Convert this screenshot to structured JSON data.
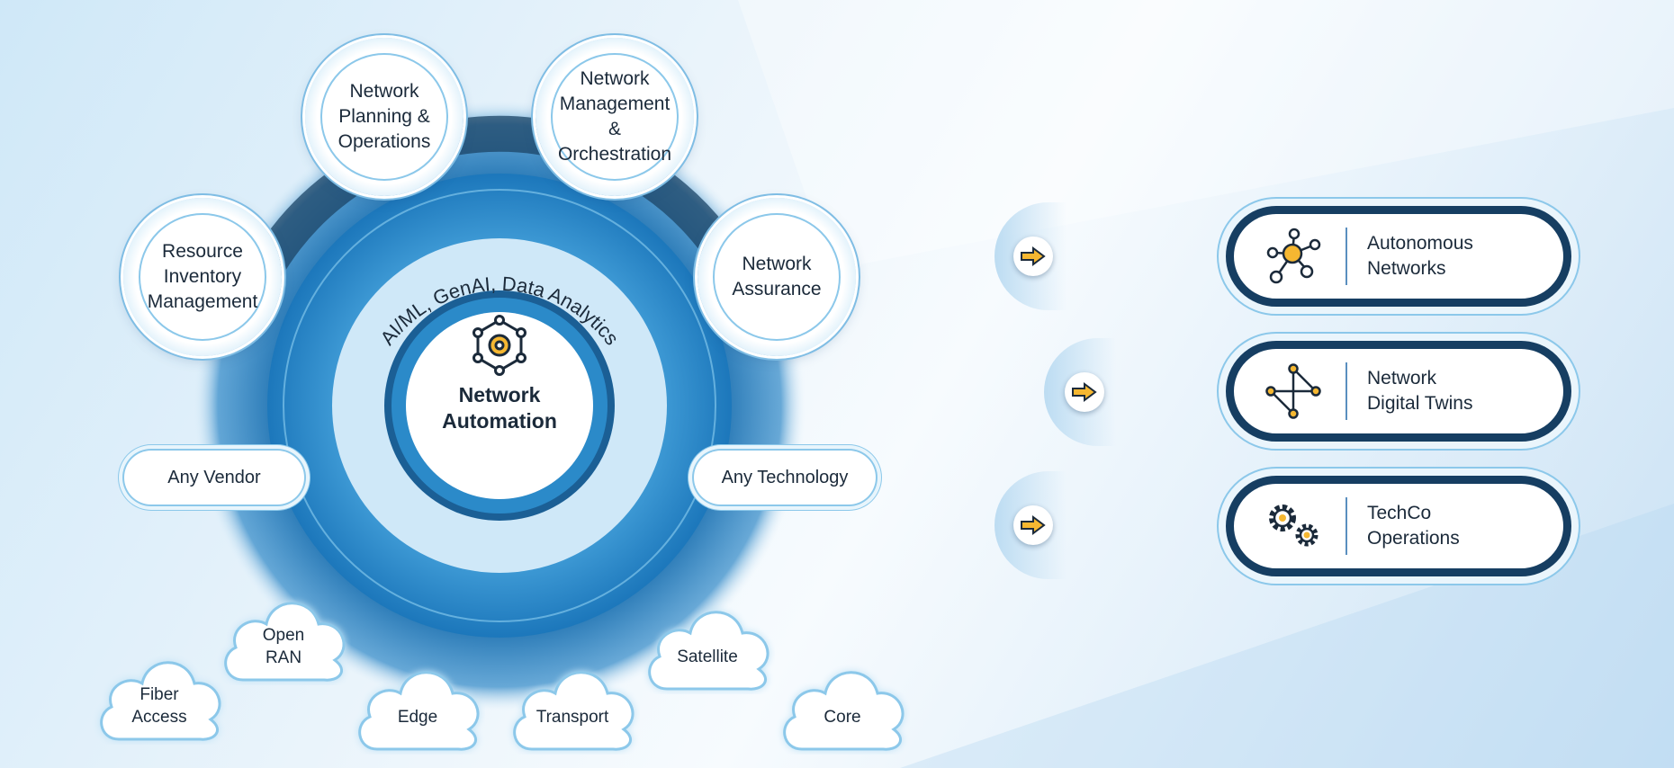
{
  "center": {
    "title_line1": "Network",
    "title_line2": "Automation",
    "arc_text": "AI/ML, GenAI, Data Analytics",
    "icon": "gear-network-icon"
  },
  "bubbles": [
    {
      "lines": [
        "Network",
        "Planning &",
        "Operations"
      ]
    },
    {
      "lines": [
        "Network",
        "Management &",
        "Orchestration"
      ]
    },
    {
      "lines": [
        "Resource",
        "Inventory",
        "Management"
      ]
    },
    {
      "lines": [
        "Network",
        "Assurance"
      ]
    }
  ],
  "pills": {
    "vendor": "Any Vendor",
    "technology": "Any Technology"
  },
  "clouds": [
    {
      "lines": [
        "Fiber",
        "Access"
      ]
    },
    {
      "lines": [
        "Open",
        "RAN"
      ]
    },
    {
      "lines": [
        "Edge"
      ]
    },
    {
      "lines": [
        "Transport"
      ]
    },
    {
      "lines": [
        "Satellite"
      ]
    },
    {
      "lines": [
        "Core"
      ]
    }
  ],
  "outcomes": [
    {
      "lines": [
        "Autonomous",
        "Networks"
      ],
      "icon": "hub-network-icon"
    },
    {
      "lines": [
        "Network",
        "Digital Twins"
      ],
      "icon": "digital-twin-icon"
    },
    {
      "lines": [
        "TechCo",
        "Operations"
      ],
      "icon": "gears-icon"
    }
  ],
  "colors": {
    "navy": "#163e62",
    "accent": "#f5b731",
    "blue": "#1e7fc0"
  }
}
